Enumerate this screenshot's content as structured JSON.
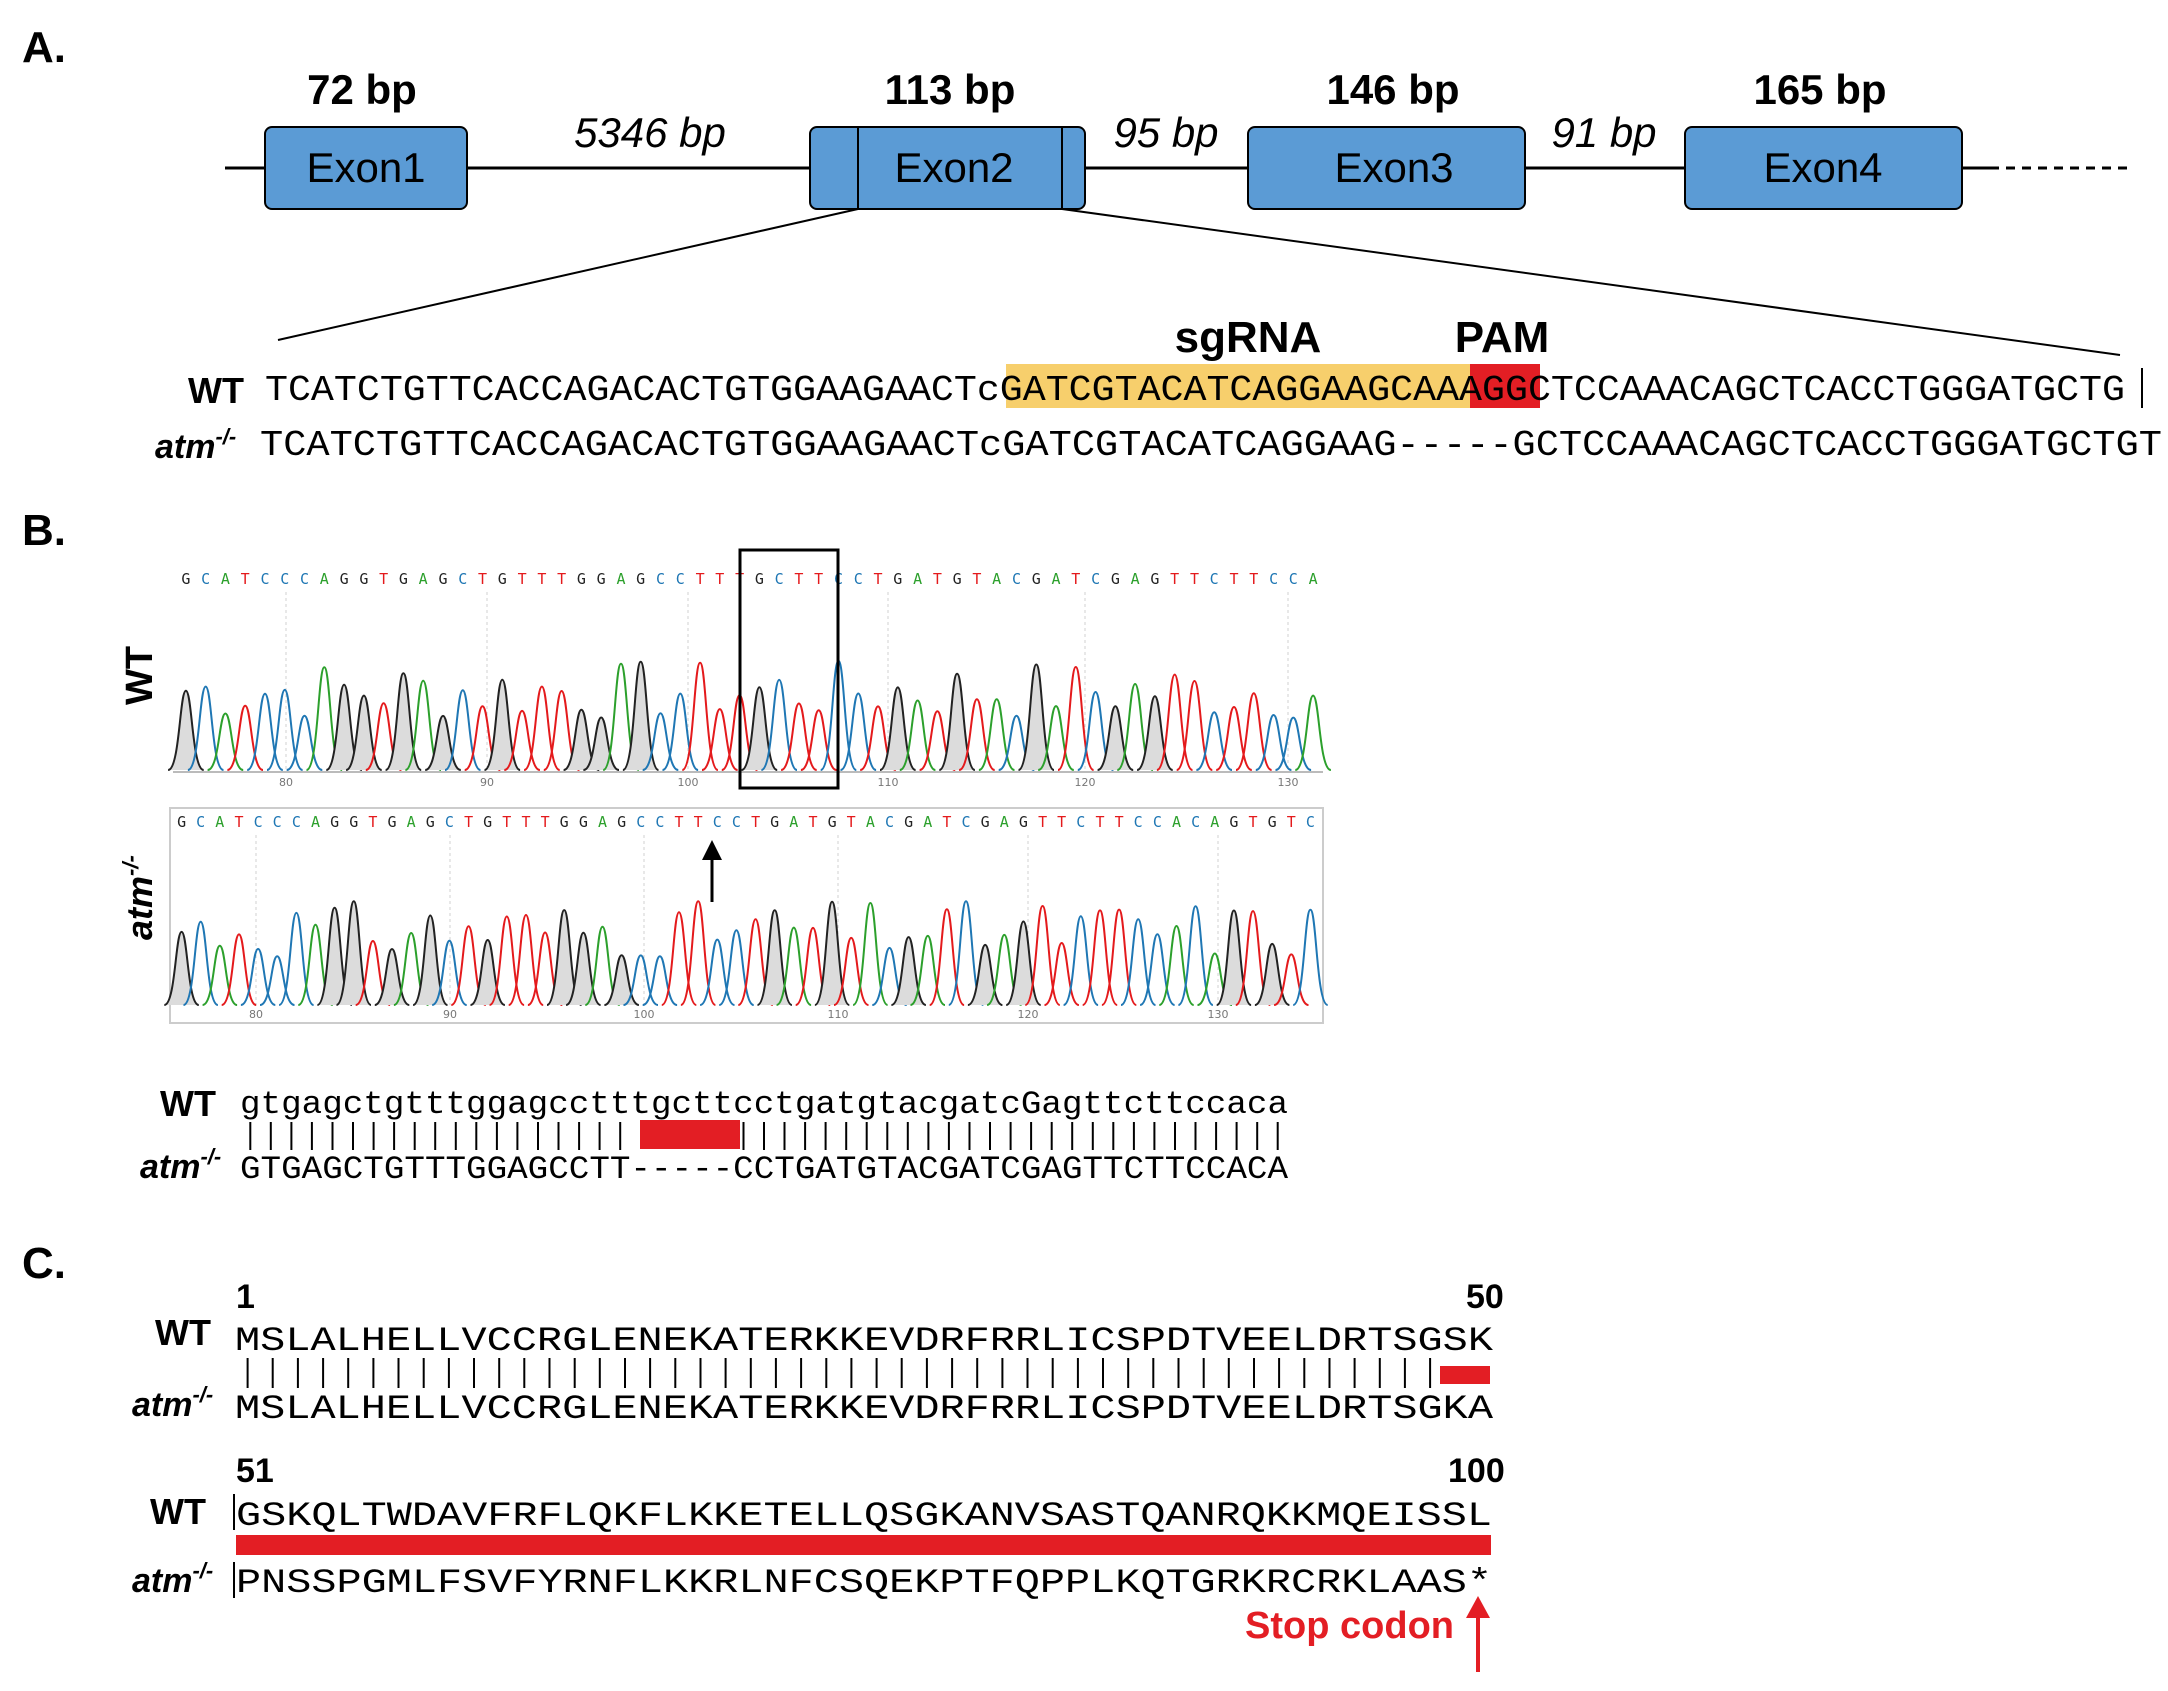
{
  "panel_a": {
    "label": "A.",
    "exons": [
      {
        "name": "Exon1",
        "size": "72 bp"
      },
      {
        "name": "Exon2",
        "size": "113 bp"
      },
      {
        "name": "Exon3",
        "size": "146 bp"
      },
      {
        "name": "Exon4",
        "size": "165 bp"
      }
    ],
    "introns": [
      "5346 bp",
      "95 bp",
      "91 bp"
    ],
    "sgrna_label": "sgRNA",
    "pam_label": "PAM",
    "wt_label": "WT",
    "mut_label": "atm",
    "mut_sup": "-/-",
    "wt_seq": {
      "pre": "TCATCTGTTCACCAGACACTGTGGAAGAACTc",
      "sgrna": "GATCGTACATCAGGAAGCAA",
      "pam": "AGG",
      "post": "CTCCAAACAGCTCACCTGGGATGCTG"
    },
    "mut_seq": "TCATCTGTTCACCAGACACTGTGGAAGAACTcGATCGTACATCAGGAAG-----GCTCCAAACAGCTCACCTGGGATGCTGT"
  },
  "panel_b": {
    "label": "B.",
    "wt_label": "WT",
    "mut_label": "atm",
    "mut_sup": "-/-",
    "wt_trace_seq": "GCATCCCAGGTGAGCTGTTTGGAGCCTTTGCTTCCTGATGTACGATCGAGTTCTTCCA",
    "mut_trace_seq": "GCATCCCAGGTGAGCTGTTTGGAGCCTTCCTGATGTACGATCGAGTTCTTCCACAGTGTC",
    "wt_ticks": [
      "80",
      "90",
      "100",
      "110",
      "120",
      "130"
    ],
    "mut_ticks": [
      "80",
      "90",
      "100",
      "110",
      "120",
      "130"
    ],
    "align_wt": "gtgagctgtttggagcctttgcttcctgatgtacgatcGagttcttccaca",
    "align_mut": "GTGAGCTGTTTGGAGCCTT-----CCTGATGTACGATCGAGTTCTTCCACA"
  },
  "panel_c": {
    "label": "C.",
    "wt_label": "WT",
    "mut_label": "atm",
    "mut_sup": "-/-",
    "row1": {
      "start": "1",
      "end": "50",
      "wt": "MSLALHELLVCCRGLENEKATERKKEVDRFRRLICSPDTVEELDRTSGSK",
      "mut": "MSLALHELLVCCRGLENEKATERKKEVDRFRRLICSPDTVEELDRTSGKA"
    },
    "row2": {
      "start": "51",
      "end": "100",
      "wt": "GSKQLTWDAVFRFLQKFLKKETELLQSGKANVSASTQANRQKKMQEISSL",
      "mut": "PNSSPGMLFSVFYRNFLKKRLNFCSQEKPTFQPPLKQTGRKRCRKLAAS*"
    },
    "stop_label": "Stop codon"
  },
  "colors": {
    "exon_fill": "#5b9bd5",
    "sgrna_highlight": "#f7cf6c",
    "pam_highlight": "#e31e24",
    "deletion_bar": "#e31e24",
    "stop_text": "#e31e24",
    "base_A": "#2ca02c",
    "base_C": "#1f77b4",
    "base_G": "#222222",
    "base_T": "#e41a1c"
  }
}
